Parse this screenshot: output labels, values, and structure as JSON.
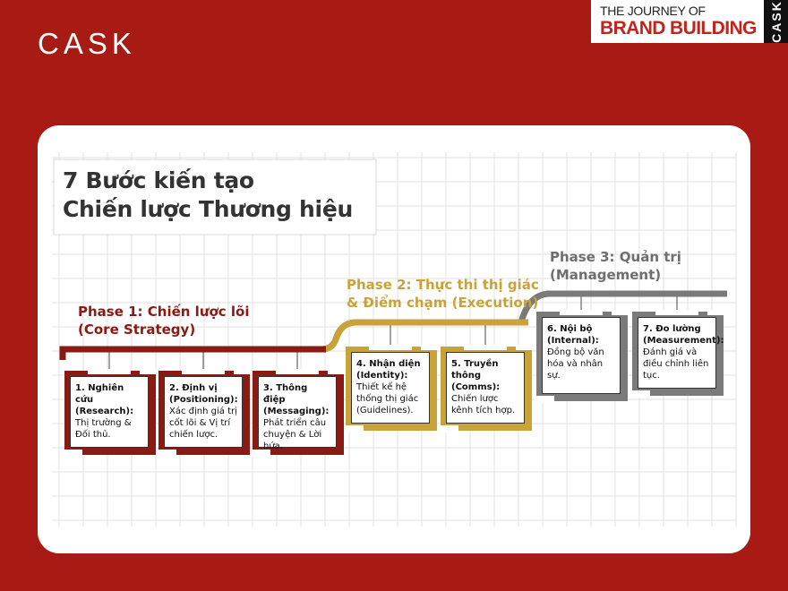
{
  "header": {
    "logo": "CASK",
    "badge_line1": "THE JOURNEY OF",
    "badge_line2": "BRAND BUILDING",
    "badge_side": "CASK"
  },
  "title": {
    "line1": "7 Bước kiến tạo",
    "line2": "Chiến lược Thương hiệu"
  },
  "phases": [
    {
      "line1": "Phase 1: Chiến lược lõi",
      "line2": "(Core Strategy)",
      "color": "#8a1a14"
    },
    {
      "line1": "Phase 2: Thực thi thị giác",
      "line2": "& Điểm chạm (Execution)",
      "color": "#c9a23a"
    },
    {
      "line1": "Phase 3: Quản trị",
      "line2": "(Management)",
      "color": "#6e6e6e"
    }
  ],
  "steps": [
    {
      "title": "1. Nghiên cứu (Research):",
      "desc": "Thị trường & Đối thủ."
    },
    {
      "title": "2. Định vị (Positioning):",
      "desc": "Xác định giá trị cốt lõi & Vị trí chiến lược."
    },
    {
      "title": "3. Thông điệp (Messaging):",
      "desc": "Phát triển câu chuyện & Lời hứa."
    },
    {
      "title": "4. Nhận diện (Identity):",
      "desc": "Thiết kế hệ thống thị giác (Guidelines)."
    },
    {
      "title": "5. Truyền thông (Comms):",
      "desc": "Chiến lược kênh tích hợp."
    },
    {
      "title": "6. Nội bộ (Internal):",
      "desc": "Đồng bộ văn hóa và nhân sự."
    },
    {
      "title": "7. Đo lường (Measurement):",
      "desc": "Đánh giá và điều chỉnh liên tục."
    }
  ],
  "colors": {
    "background": "#a81b14",
    "phase1": "#8a1a14",
    "phase2": "#c9a23a",
    "phase3": "#7a7a7a",
    "grid": "#e2e2e2"
  }
}
